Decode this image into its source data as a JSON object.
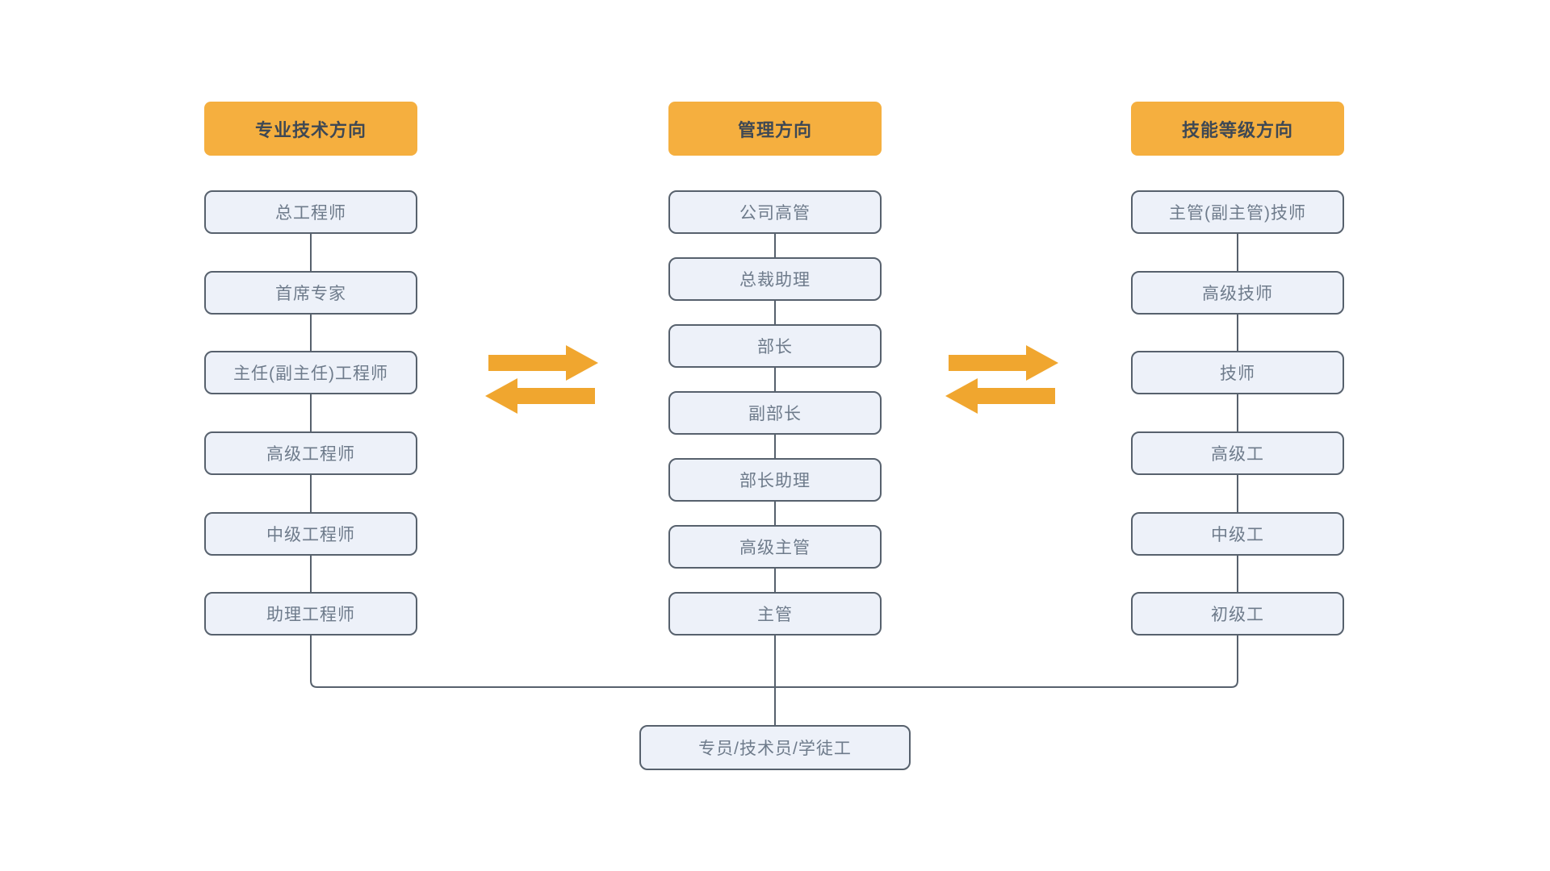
{
  "diagram": {
    "columns": [
      {
        "id": "professional-technical",
        "header": "专业技术方向",
        "items": [
          "总工程师",
          "首席专家",
          "主任(副主任)工程师",
          "高级工程师",
          "中级工程师",
          "助理工程师"
        ]
      },
      {
        "id": "management",
        "header": "管理方向",
        "items": [
          "公司高管",
          "总裁助理",
          "部长",
          "副部长",
          "部长助理",
          "高级主管",
          "主管"
        ]
      },
      {
        "id": "skill-grade",
        "header": "技能等级方向",
        "items": [
          "主管(副主管)技师",
          "高级技师",
          "技师",
          "高级工",
          "中级工",
          "初级工"
        ]
      }
    ],
    "base_node": {
      "label": "专员/技术员/学徒工"
    },
    "arrows": [
      {
        "between": [
          "专业技术方向",
          "管理方向"
        ],
        "type": "bidirectional"
      },
      {
        "between": [
          "管理方向",
          "技能等级方向"
        ],
        "type": "bidirectional"
      }
    ],
    "colors": {
      "background": "#FFFFFF",
      "header_bg": "#F5AF3F",
      "header_text": "#3E4854",
      "node_bg": "#EDF1F9",
      "node_border": "#57616D",
      "node_text": "#6E7B8B",
      "connector_line": "#57616D",
      "arrow_fill": "#F0A62F"
    }
  }
}
